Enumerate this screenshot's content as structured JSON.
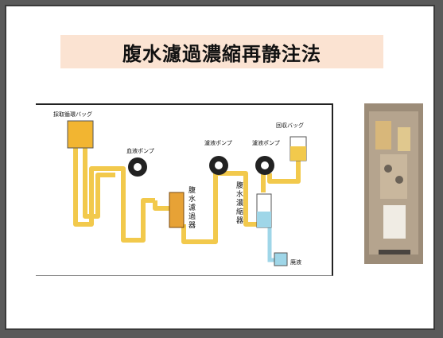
{
  "slide": {
    "title": "腹水濾過濃縮再静注法"
  },
  "diagram": {
    "labels": {
      "collection_bag": "採取循環バッグ",
      "blood_pump": "血液ポンプ",
      "pump_2": "濾液ポンプ",
      "pump_3": "濾液ポンプ",
      "recovery_bag": "回収バッグ",
      "filter": [
        "腹",
        "水",
        "濾",
        "過",
        "器"
      ],
      "concentrator": [
        "腹",
        "水",
        "濃",
        "縮",
        "器"
      ],
      "waste": "廃液"
    },
    "colors": {
      "tube": "#f2c94c",
      "tube_edge": "#e0a52c",
      "waste_tube": "#9fd6e8",
      "bag_fill": "#f2b531",
      "filter_fill": "#e7a236",
      "pump": "#222222"
    }
  },
  "photo": {
    "icon": "ascites-apparatus-photo"
  }
}
